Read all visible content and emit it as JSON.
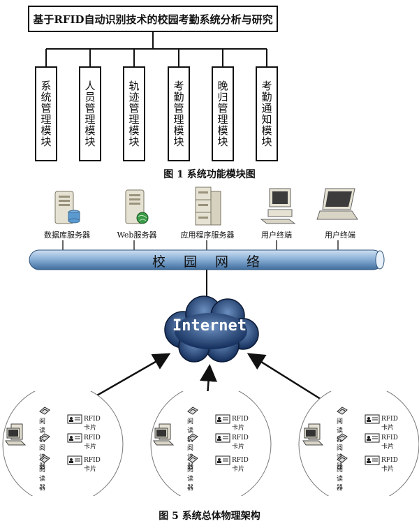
{
  "figure1": {
    "root_title": "基于RFID自动识别技术的校园考勤系统分析与研究",
    "modules": [
      "系统管理模块",
      "人员管理模块",
      "轨迹管理模块",
      "考勤管理模块",
      "晚归管理模块",
      "考勤通知模块"
    ],
    "caption": "图 1   系统功能模块图"
  },
  "figure5": {
    "servers": [
      "数据库服务器",
      "Web服务器",
      "应用程序服务器",
      "用户终端",
      "用户终端"
    ],
    "backbone_label": "校 园 网 络",
    "cloud_label": "Internet",
    "reader_label": "阅读器",
    "card_label": "RFID卡片",
    "caption": "图 5   系统总体物理架构"
  },
  "colors": {
    "pipe": "#4f7fb4",
    "pipe_light": "#cfe0f2",
    "cloud": "#132d5a",
    "cloud_light": "#6b8fbf"
  }
}
